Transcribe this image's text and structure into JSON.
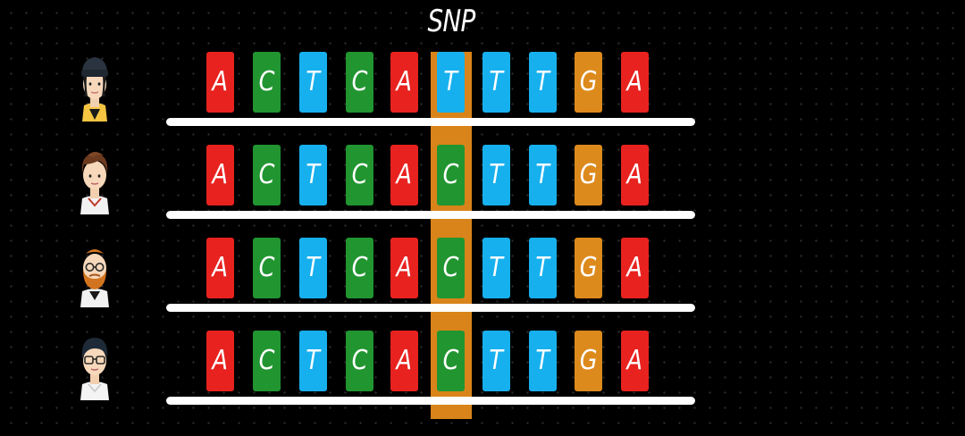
{
  "title": "SNP",
  "colors": {
    "A": "#e8221f",
    "C": "#219530",
    "T": "#17b0ee",
    "G": "#dd8a1d",
    "snp_highlight": "#d9841a"
  },
  "people": [
    {
      "avatar": "woman-with-beanie-icon",
      "sequence": [
        "A",
        "C",
        "T",
        "C",
        "A",
        "T",
        "T",
        "T",
        "G",
        "A"
      ]
    },
    {
      "avatar": "man-with-brown-hair-icon",
      "sequence": [
        "A",
        "C",
        "T",
        "C",
        "A",
        "C",
        "T",
        "T",
        "G",
        "A"
      ]
    },
    {
      "avatar": "bearded-man-with-glasses-icon",
      "sequence": [
        "A",
        "C",
        "T",
        "C",
        "A",
        "C",
        "T",
        "T",
        "G",
        "A"
      ]
    },
    {
      "avatar": "man-with-glasses-icon",
      "sequence": [
        "A",
        "C",
        "T",
        "C",
        "A",
        "C",
        "T",
        "T",
        "G",
        "A"
      ]
    }
  ]
}
